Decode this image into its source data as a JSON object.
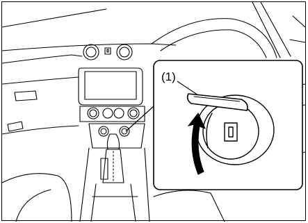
{
  "callout": {
    "label": "(1)"
  },
  "icons": [
    "dashboard-line-art",
    "steering-wheel",
    "gear-shifter",
    "cup-holder",
    "usb-socket",
    "rotate-arrow-icon",
    "socket-cover"
  ]
}
